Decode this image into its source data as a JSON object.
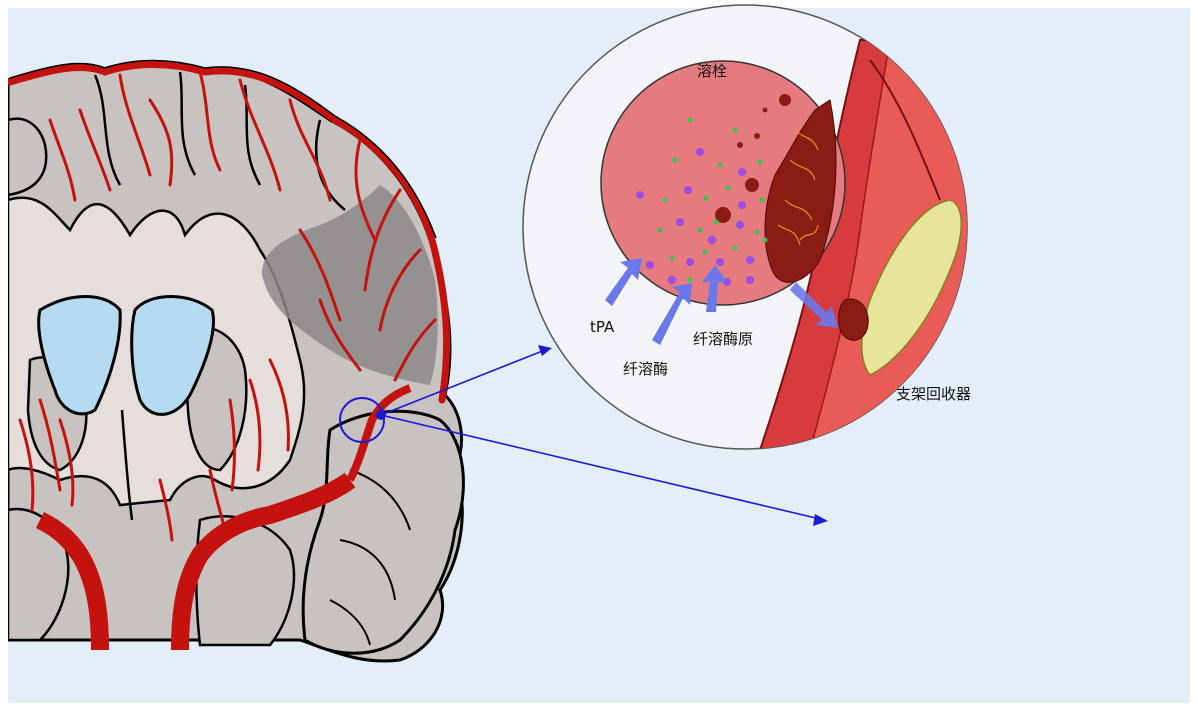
{
  "labels": {
    "thrombolysis": "溶栓",
    "tpa": "tPA",
    "plasmin": "纤溶酶",
    "plasminogen": "纤溶酶原",
    "stent_retriever": "支架回收器"
  },
  "colors": {
    "background": "#e3eef9",
    "artery": "#c4120e",
    "artery_outline": "#000000",
    "gray_matter": "#c8c2c0",
    "white_matter": "#e6dedb",
    "ventricle": "#b5daf1",
    "infarct": "#8d8888",
    "clot": "#8a1c14",
    "plaque": "#e7e59a",
    "zoom_arrow": "#1b1bd6",
    "drug_arrow": "#6b78ea",
    "tpa_particle": "#9b4de6",
    "plasmin_particle": "#3cc24e"
  }
}
